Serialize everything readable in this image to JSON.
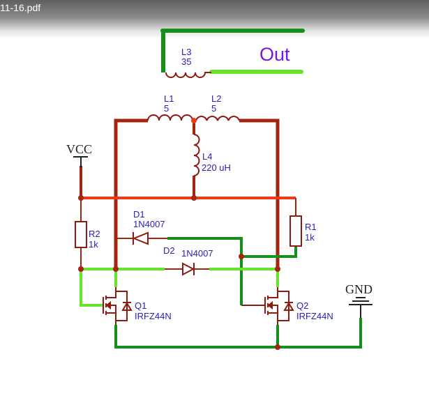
{
  "viewer": {
    "filename": "11-16.pdf"
  },
  "labels": {
    "out": "Out",
    "l3_name": "L3",
    "l3_value": "35",
    "l1_name": "L1",
    "l1_value": "5",
    "l2_name": "L2",
    "l2_value": "5",
    "l4_name": "L4",
    "l4_value": "220 uH",
    "vcc": "VCC",
    "gnd": "GND",
    "d1_name": "D1",
    "d1_value": "1N4007",
    "d2_name": "D2",
    "d2_value": "1N4007",
    "r1_name": "R1",
    "r1_value": "1k",
    "r2_name": "R2",
    "r2_value": "1k",
    "q1_name": "Q1",
    "q1_value": "IRFZ44N",
    "q2_name": "Q2",
    "q2_value": "IRFZ44N"
  },
  "colors": {
    "wire_dark_red": "#a32510",
    "wire_red": "#f03a14",
    "wire_dark_green": "#13911a",
    "wire_light_green": "#66e52a",
    "component": "#8b1a10",
    "label": "#2b20b8",
    "out_label": "#7a16e0"
  }
}
